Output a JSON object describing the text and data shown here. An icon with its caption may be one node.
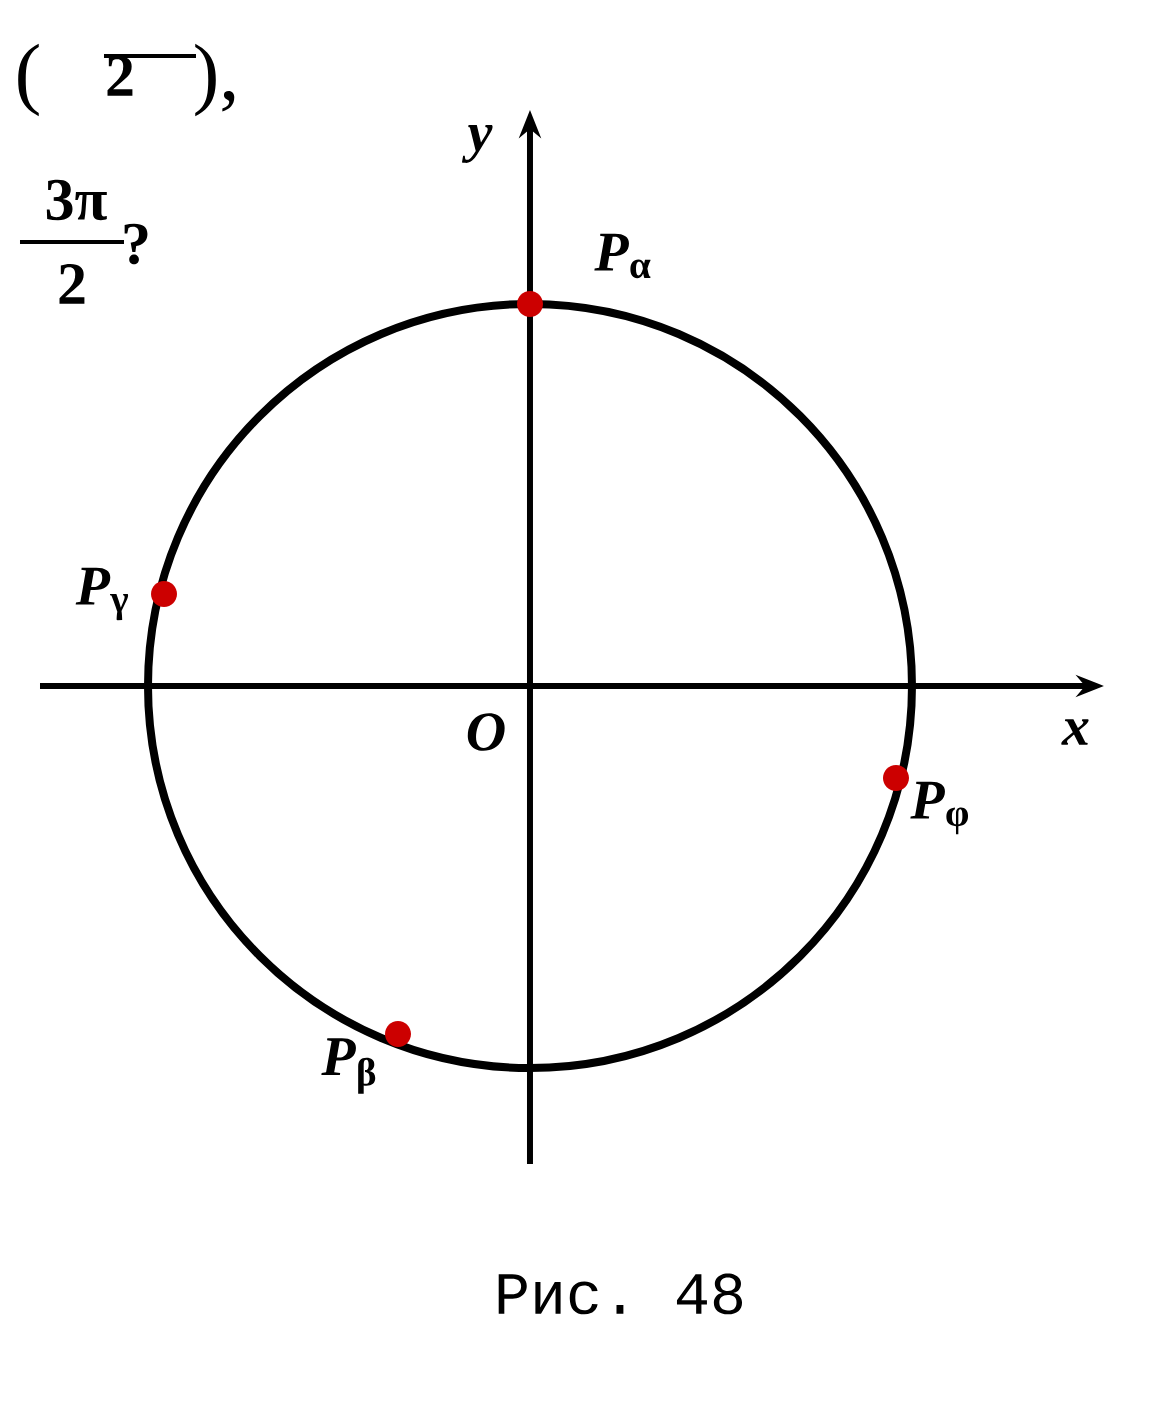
{
  "diagram": {
    "caption": "Рис. 48",
    "nodes": [
      {
        "text": [
          "*P*$_{α}$"
        ]
      },
      {
        "text": [
          "*P*$_{γ}$"
        ]
      },
      {
        "text": [
          "*P*$_{φ}$"
        ]
      },
      {
        "text": [
          "*P*$_{β}$"
        ]
      }
    ],
    "labels": [
      "(",
      "2",
      "),",
      "3π",
      "2",
      "?",
      "y",
      "x",
      "O"
    ]
  }
}
